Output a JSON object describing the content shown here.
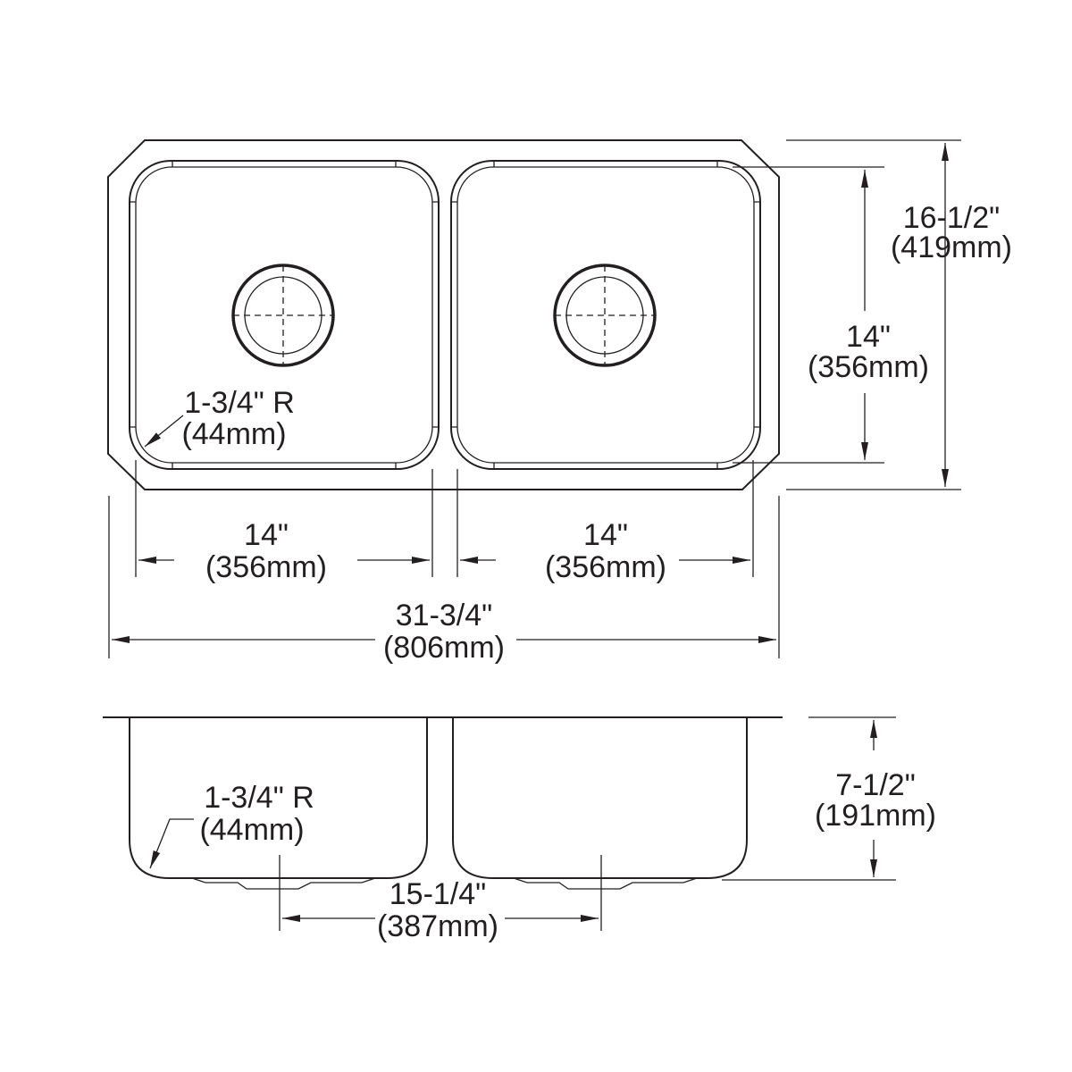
{
  "top_view": {
    "overall_depth": {
      "imperial": "16-1/2\"",
      "metric": "(419mm)"
    },
    "bowl_depth": {
      "imperial": "14\"",
      "metric": "(356mm)"
    },
    "corner_radius": {
      "imperial": "1-3/4\" R",
      "metric": "(44mm)"
    },
    "left_bowl_width": {
      "imperial": "14\"",
      "metric": "(356mm)"
    },
    "right_bowl_width": {
      "imperial": "14\"",
      "metric": "(356mm)"
    },
    "overall_width": {
      "imperial": "31-3/4\"",
      "metric": "(806mm)"
    }
  },
  "side_view": {
    "corner_radius": {
      "imperial": "1-3/4\" R",
      "metric": "(44mm)"
    },
    "bowl_height": {
      "imperial": "7-1/2\"",
      "metric": "(191mm)"
    },
    "drain_spacing": {
      "imperial": "15-1/4\"",
      "metric": "(387mm)"
    }
  }
}
